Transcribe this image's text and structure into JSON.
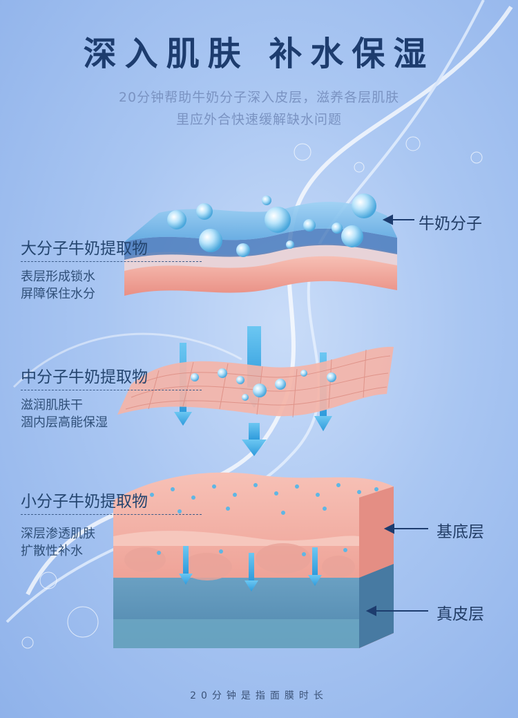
{
  "header": {
    "title": "深入肌肤  补水保湿",
    "subtitle_line1": "20分钟帮助牛奶分子深入皮层，滋养各层肌肤",
    "subtitle_line2": "里应外合快速缓解缺水问题"
  },
  "layers": [
    {
      "heading": "大分子牛奶提取物",
      "desc_line1": "表层形成锁水",
      "desc_line2": "屏障保住水分"
    },
    {
      "heading": "中分子牛奶提取物",
      "desc_line1": "滋润肌肤干",
      "desc_line2": "涸内层高能保湿"
    },
    {
      "heading": "小分子牛奶提取物",
      "desc_line1": "深层渗透肌肤",
      "desc_line2": "扩散性补水"
    }
  ],
  "callouts": {
    "milk_molecule": "牛奶分子",
    "basal_layer": "基底层",
    "dermis_layer": "真皮层"
  },
  "footer": {
    "text": "20分钟是指面膜时长"
  },
  "colors": {
    "title": "#1d3c6e",
    "skin_pink": "#f2a9a0",
    "water_blue": "#4fb2e6",
    "dermis_blue": "#5a93b8"
  }
}
